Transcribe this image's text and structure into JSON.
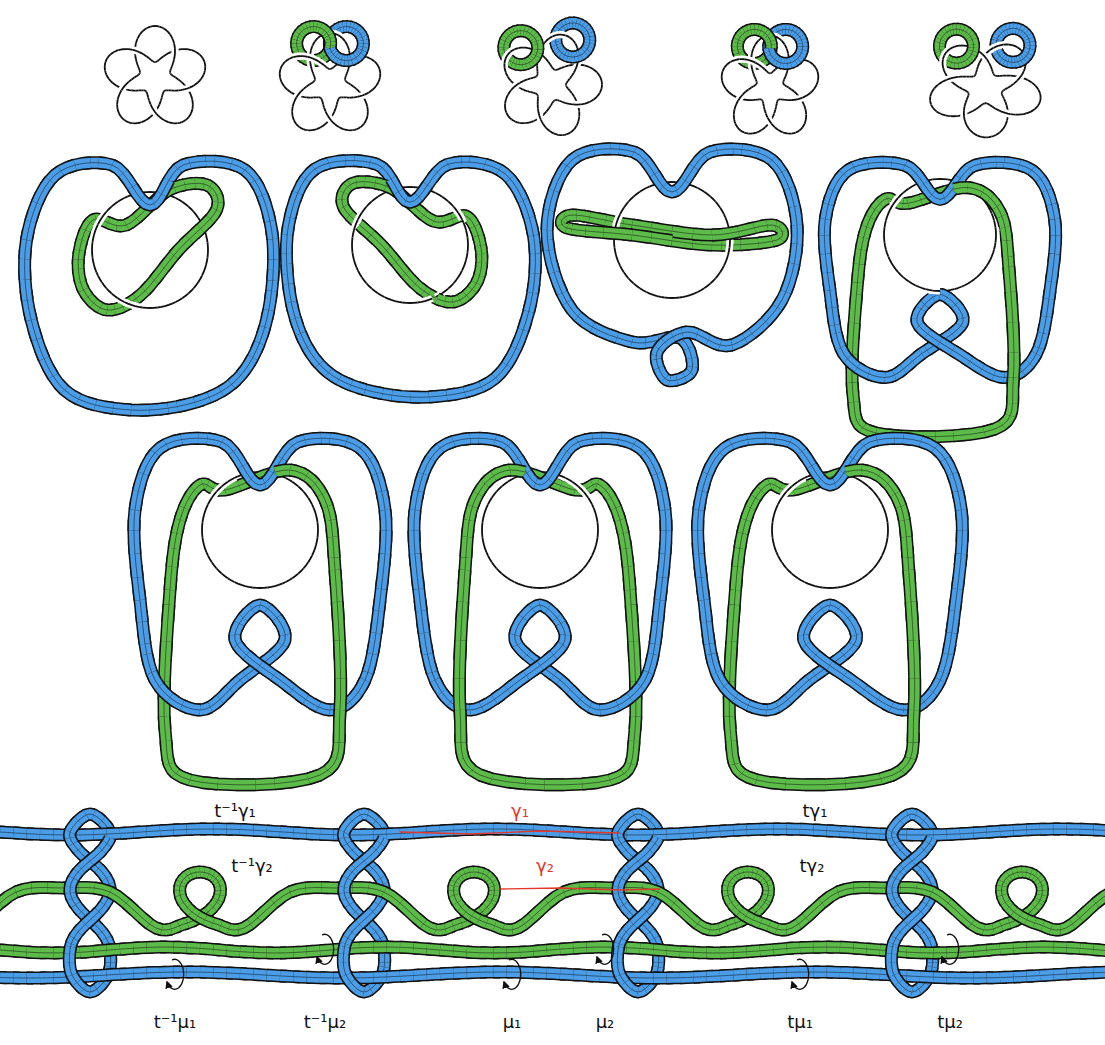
{
  "diagram": {
    "labels": [
      "t⁻¹γ₁",
      "γ₁",
      "tγ₁",
      "t⁻¹γ₂",
      "γ₂",
      "tγ₂",
      "t⁻¹μ₁",
      "t⁻¹μ₂",
      "μ₁",
      "μ₂",
      "tμ₁",
      "tμ₂"
    ]
  }
}
